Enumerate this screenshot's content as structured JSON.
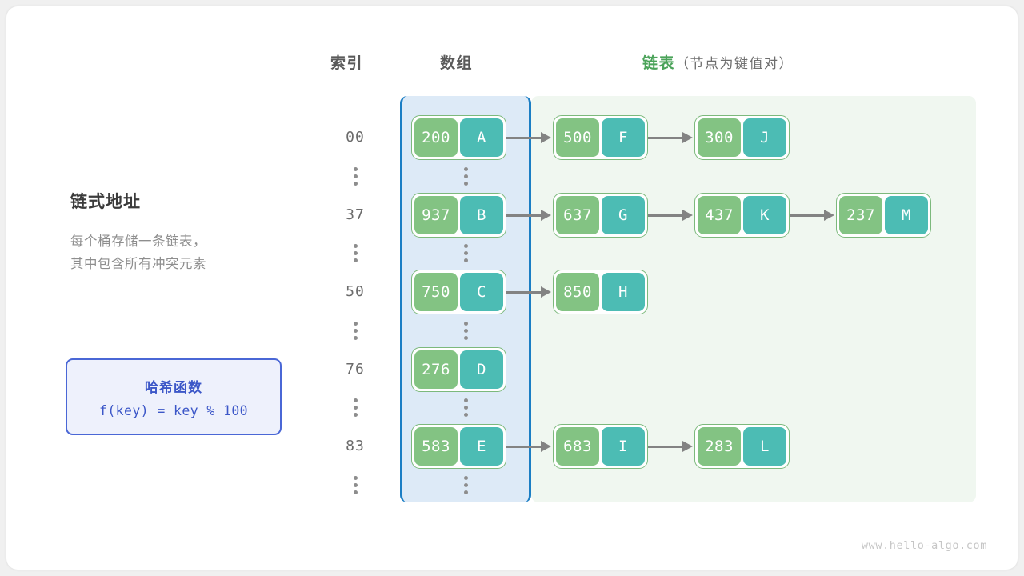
{
  "watermark": "www.hello-algo.com",
  "headers": {
    "index": "索引",
    "array": "数组",
    "list": "链表",
    "list_note": "（节点为键值对）"
  },
  "left": {
    "title": "链式地址",
    "desc_line1": "每个桶存储一条链表，",
    "desc_line2": "其中包含所有冲突元素"
  },
  "hash_box": {
    "title": "哈希函数",
    "formula": "f(key) = key % 100"
  },
  "colors": {
    "key_cell": "#83c383",
    "value_cell": "#4cbcb4",
    "node_border": "#7cb97c",
    "array_panel_bg": "#ddeaf7",
    "array_panel_border": "#1b7ec4",
    "list_panel_bg": "#f0f7f0",
    "arrow": "#838383",
    "accent_green": "#4ba35a",
    "accent_blue": "#3c57c8"
  },
  "rows": [
    {
      "index": "00",
      "nodes": [
        {
          "key": "200",
          "value": "A",
          "in_array": true
        },
        {
          "key": "500",
          "value": "F",
          "in_array": false
        },
        {
          "key": "300",
          "value": "J",
          "in_array": false
        }
      ]
    },
    {
      "index": "37",
      "nodes": [
        {
          "key": "937",
          "value": "B",
          "in_array": true
        },
        {
          "key": "637",
          "value": "G",
          "in_array": false
        },
        {
          "key": "437",
          "value": "K",
          "in_array": false
        },
        {
          "key": "237",
          "value": "M",
          "in_array": false
        }
      ]
    },
    {
      "index": "50",
      "nodes": [
        {
          "key": "750",
          "value": "C",
          "in_array": true
        },
        {
          "key": "850",
          "value": "H",
          "in_array": false
        }
      ]
    },
    {
      "index": "76",
      "nodes": [
        {
          "key": "276",
          "value": "D",
          "in_array": true
        }
      ]
    },
    {
      "index": "83",
      "nodes": [
        {
          "key": "583",
          "value": "E",
          "in_array": true
        },
        {
          "key": "683",
          "value": "I",
          "in_array": false
        },
        {
          "key": "283",
          "value": "L",
          "in_array": false
        }
      ]
    }
  ]
}
